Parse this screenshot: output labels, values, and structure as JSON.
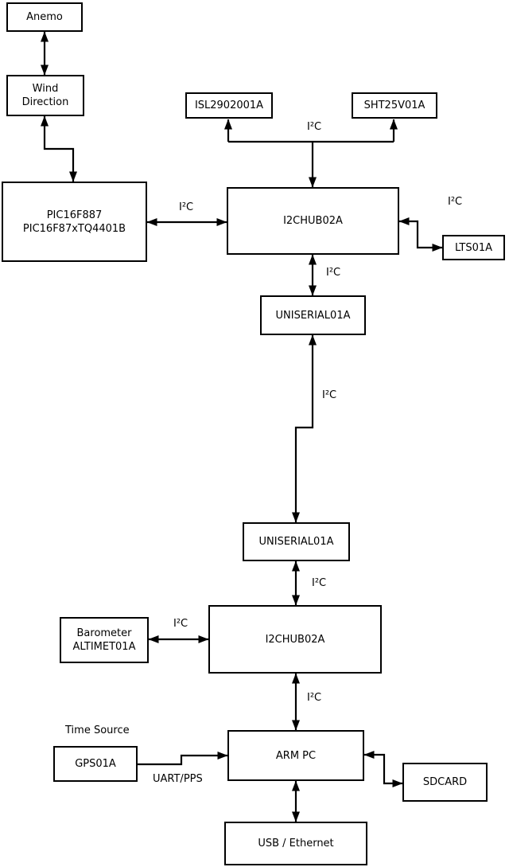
{
  "diagram": {
    "type": "block-diagram",
    "background": "#ffffff",
    "line_color": "#000000",
    "nodes": {
      "anemo": {
        "line1": "Anemo"
      },
      "wind": {
        "line1": "Wind",
        "line2": "Direction"
      },
      "pic": {
        "line1": "PIC16F887",
        "line2": "PIC16F87xTQ4401B"
      },
      "isl": {
        "line1": "ISL2902001A"
      },
      "sht": {
        "line1": "SHT25V01A"
      },
      "hub1": {
        "line1": "I2CHUB02A"
      },
      "lts": {
        "line1": "LTS01A"
      },
      "uniserial1": {
        "line1": "UNISERIAL01A"
      },
      "uniserial2": {
        "line1": "UNISERIAL01A"
      },
      "hub2": {
        "line1": "I2CHUB02A"
      },
      "barometer": {
        "line1": "Barometer",
        "line2": "ALTIMET01A"
      },
      "armpc": {
        "line1": "ARM PC"
      },
      "gps": {
        "line1": "GPS01A"
      },
      "sdcard": {
        "line1": "SDCARD"
      },
      "usb": {
        "line1": "USB / Ethernet"
      }
    },
    "edge_labels": {
      "i2c_sensors": "I²C",
      "i2c_pic": "I²C",
      "i2c_lts": "I²C",
      "i2c_uni1": "I²C",
      "i2c_long": "I²C",
      "i2c_uni2": "I²C",
      "i2c_baro": "I²C",
      "i2c_arm": "I²C",
      "time_source": "Time Source",
      "uart_pps": "UART/PPS"
    },
    "connections": [
      "Anemo <-> Wind Direction",
      "Wind Direction <-> PIC16F887",
      "I2CHUB02A -> ISL2902001A (I²C)",
      "I2CHUB02A -> SHT25V01A (I²C)",
      "PIC16F887 <-> I2CHUB02A (I²C)",
      "I2CHUB02A <-> LTS01A (I²C)",
      "I2CHUB02A <-> UNISERIAL01A (I²C)",
      "UNISERIAL01A <-> UNISERIAL01A (I²C)",
      "UNISERIAL01A <-> I2CHUB02A (I²C)",
      "Barometer ALTIMET01A <-> I2CHUB02A (I²C)",
      "I2CHUB02A <-> ARM PC (I²C)",
      "GPS01A -> ARM PC (UART/PPS)",
      "ARM PC <-> SDCARD",
      "ARM PC <-> USB / Ethernet"
    ]
  }
}
